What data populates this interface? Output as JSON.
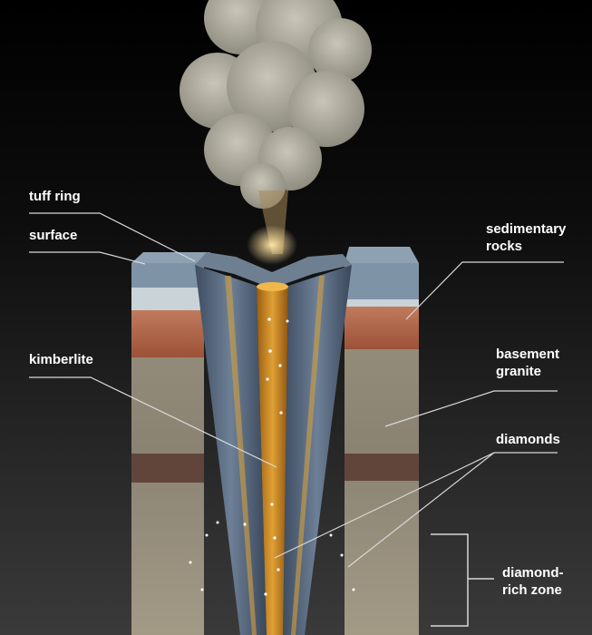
{
  "labels": {
    "tuff_ring": "tuff ring",
    "surface": "surface",
    "kimberlite": "kimberlite",
    "sedimentary_rocks": [
      "sedimentary",
      "rocks"
    ],
    "basement_granite": [
      "basement",
      "granite"
    ],
    "diamonds": "diamonds",
    "diamond_rich_zone": [
      "diamond-",
      "rich zone"
    ]
  },
  "colors": {
    "background": "#000000",
    "label_text": "#ffffff",
    "leader_line": "#d8d8d8",
    "sedimentary_blue": "#7f93a6",
    "sedimentary_pale": "#c9d3d8",
    "sedimentary_red": "#b0654a",
    "granite": "#8a8372",
    "granite_dark_band": "#5a3a30",
    "kimberlite": "#d08a1c",
    "pipe_wall": "#5a6e86",
    "smoke": "#b3b0a3"
  }
}
